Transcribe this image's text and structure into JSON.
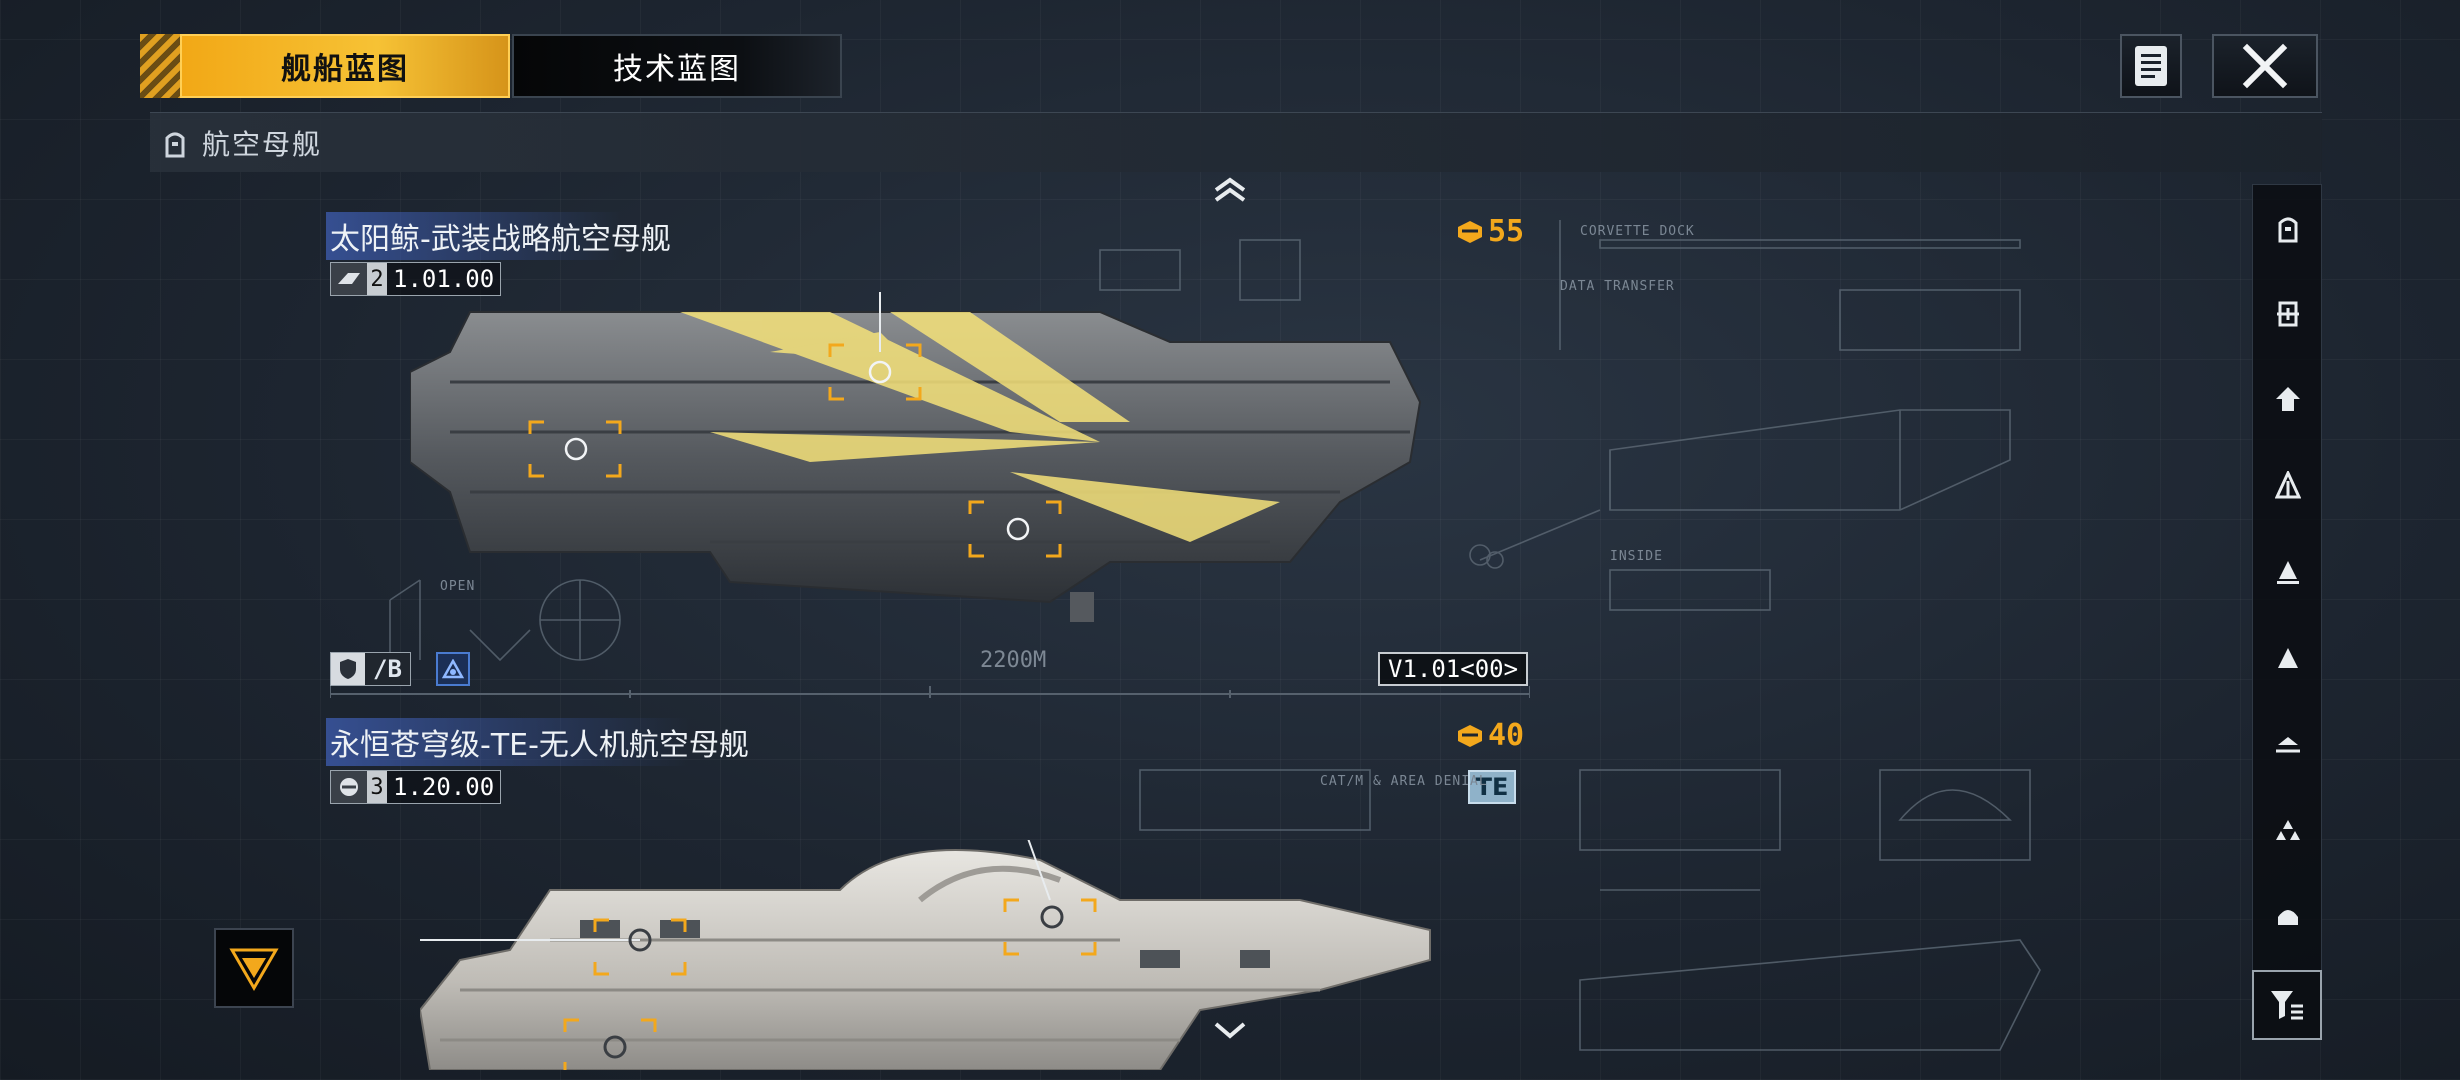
{
  "tabs": {
    "ship_blueprint": "舰船蓝图",
    "tech_blueprint": "技术蓝图"
  },
  "icons": {
    "document": "document-icon",
    "close": "close-icon",
    "filter": "filter-icon"
  },
  "category": {
    "label": "航空母舰",
    "icon": "carrier-class-icon"
  },
  "ships": [
    {
      "name": "太阳鲸-武装战略航空母舰",
      "level": "2",
      "version": "1.01.00",
      "cost": "55",
      "badge_text": "/B",
      "scale": "2200M",
      "version_label": "V1.01<00>",
      "blueprint_text": [
        "CORVETTE DOCK",
        "DATA TRANSFER",
        "INSIDE",
        "OPEN"
      ]
    },
    {
      "name": "永恒苍穹级-TE-无人机航空母舰",
      "level": "3",
      "version": "1.20.00",
      "cost": "40",
      "tag": "TE",
      "blueprint_text": [
        "CAT/M & AREA DENIAL"
      ]
    }
  ],
  "side_nav": [
    "carrier-class-icon",
    "cruiser-class-icon",
    "battlecruiser-class-icon",
    "destroyer-class-icon",
    "frigate-class-icon",
    "corvette-class-icon",
    "aux-ship-icon",
    "fighter-icon",
    "dome-icon"
  ],
  "colors": {
    "accent": "#f2a816",
    "cost": "#f3a81c",
    "bg": "#1d2530"
  }
}
